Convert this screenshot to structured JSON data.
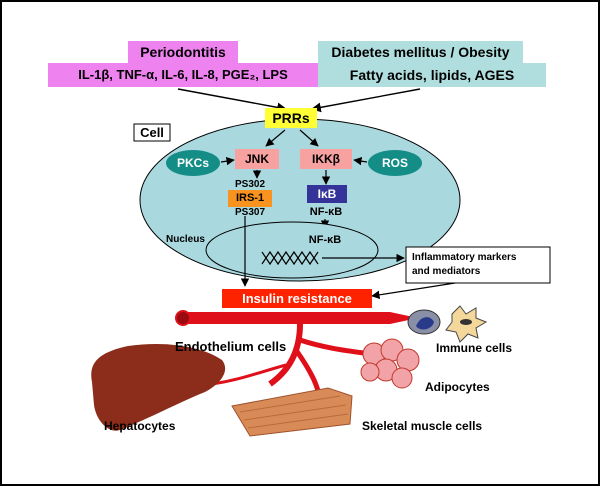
{
  "periodontitis": {
    "title": "Periodontitis",
    "factors": "IL-1β, TNF-α, IL-6,  IL-8, PGE₂, LPS"
  },
  "diabetes": {
    "title": "Diabetes mellitus / Obesity",
    "factors": "Fatty acids, lipids, AGES"
  },
  "prrs": "PRRs",
  "cell": "Cell",
  "pkcs": "PKCs",
  "jnk": "JNK",
  "ikkb": "IKKβ",
  "ros": "ROS",
  "ps302": "PS302",
  "irs1": "IRS-1",
  "ps307": "PS307",
  "ikb": "IκB",
  "nfkb_cyto": "NF-κB",
  "nucleus": "Nucleus",
  "nfkb_nuc": "NF-κB",
  "inflammatory": {
    "line1": "Inflammatory markers",
    "line2": "and mediators"
  },
  "insulin_resistance": "Insulin resistance",
  "endothelium": "Endothelium cells",
  "immune": "Immune cells",
  "adipocytes": "Adipocytes",
  "hepatocytes": "Hepatocytes",
  "skeletal": "Skeletal muscle cells",
  "colors": {
    "periodontitis_box": "#ee82ee",
    "diabetes_box": "#b0dede",
    "prrs_box": "#ffff33",
    "cell_fill": "#a9d8df",
    "pkc_ros": "#138d86",
    "kinase_box": "#f7a1a1",
    "irs_box": "#f7931e",
    "ikb_box": "#333399",
    "insulin_box": "#ff2200",
    "vessel": "#e0101a",
    "liver": "#8b2d1a",
    "muscle": "#d98b57"
  }
}
